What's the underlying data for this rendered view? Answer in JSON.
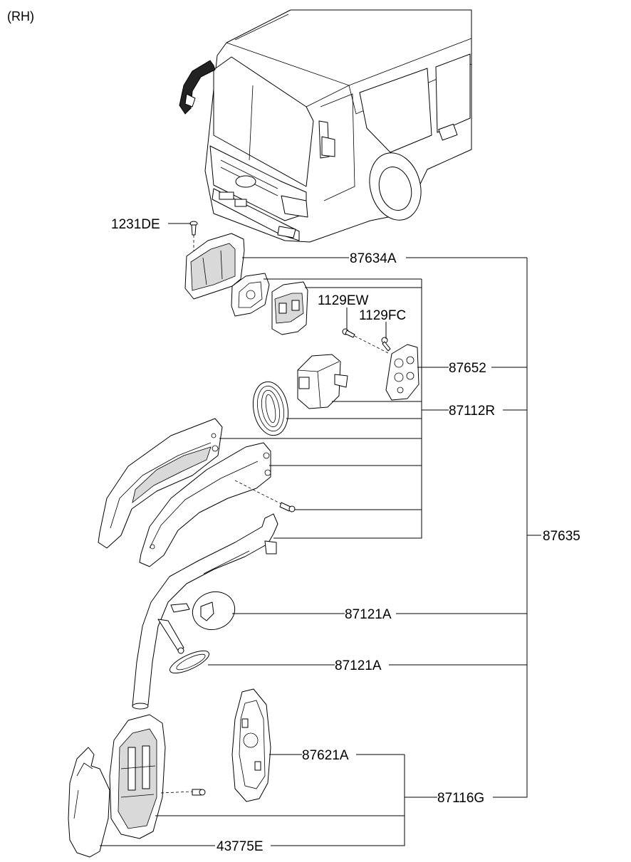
{
  "side_label": "(RH)",
  "callouts": [
    {
      "id": "1231de",
      "text": "1231DE"
    },
    {
      "id": "87634a",
      "text": "87634A"
    },
    {
      "id": "1129ew",
      "text": "1129EW"
    },
    {
      "id": "1129fc",
      "text": "1129FC"
    },
    {
      "id": "87652",
      "text": "87652"
    },
    {
      "id": "87112r",
      "text": "87112R"
    },
    {
      "id": "87635",
      "text": "87635"
    },
    {
      "id": "87121a-upper",
      "text": "87121A"
    },
    {
      "id": "87121a-lower",
      "text": "87121A"
    },
    {
      "id": "87621a",
      "text": "87621A"
    },
    {
      "id": "87116g",
      "text": "87116G"
    },
    {
      "id": "43775e",
      "text": "43775E"
    }
  ],
  "components": [
    "bus-illustration",
    "bolt-1231de",
    "mirror-base-cover",
    "mounting-gasket",
    "mounting-bracket",
    "screw-1129ew",
    "screw-1129fc",
    "mount-plate-87652",
    "motor-unit",
    "grommet",
    "arm-cover-outer",
    "arm-cover-inner",
    "arm-screw",
    "mirror-arm",
    "cover-disc-upper",
    "cover-disc-lower",
    "mirror-glass-holder",
    "mirror-housing-frame",
    "housing-screw",
    "mirror-housing-cover"
  ]
}
